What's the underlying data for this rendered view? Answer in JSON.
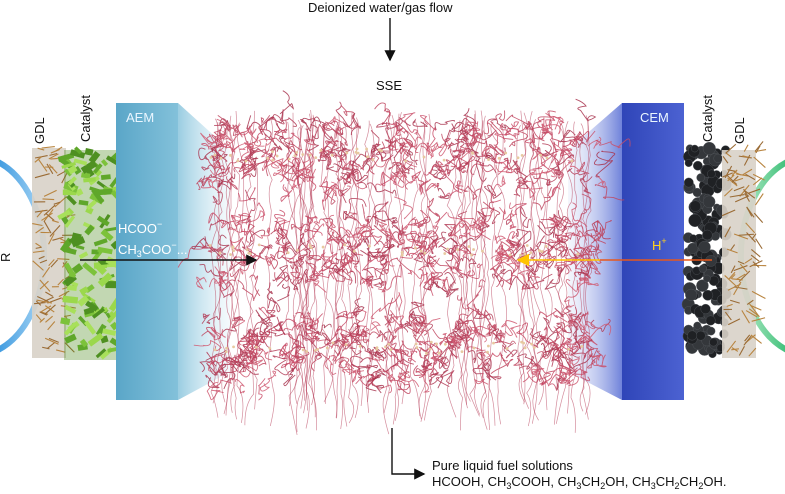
{
  "labels": {
    "top_flow": "Deionized water/gas flow",
    "sse": "SSE",
    "aem": "AEM",
    "cem": "CEM",
    "gdl_left": "GDL",
    "catalyst_left": "Catalyst",
    "catalyst_right": "Catalyst",
    "gdl_right": "GDL",
    "left_edge": "R",
    "ion_formate": "HCOO",
    "ion_formate_charge": "−",
    "ion_acetate_prefix": "CH",
    "ion_acetate_sub": "3",
    "ion_acetate_suffix": "COO",
    "ion_acetate_charge": "−",
    "ion_acetate_more": "...",
    "proton": "H",
    "proton_charge": "+",
    "output_title": "Pure liquid fuel solutions",
    "output_products": "HCOOH, CH3COOH, CH3CH2OH, CH3CH2CH2OH."
  },
  "colors": {
    "aem": "#6bb2d0",
    "cem": "#3a4fc0",
    "polymer": "#c0455f",
    "proton_arrow": "#ffc400",
    "left_ring": "#3f9be0",
    "right_ring": "#3fc07a",
    "left_catalyst": "#7cc23a",
    "right_catalyst": "#1f2124"
  }
}
